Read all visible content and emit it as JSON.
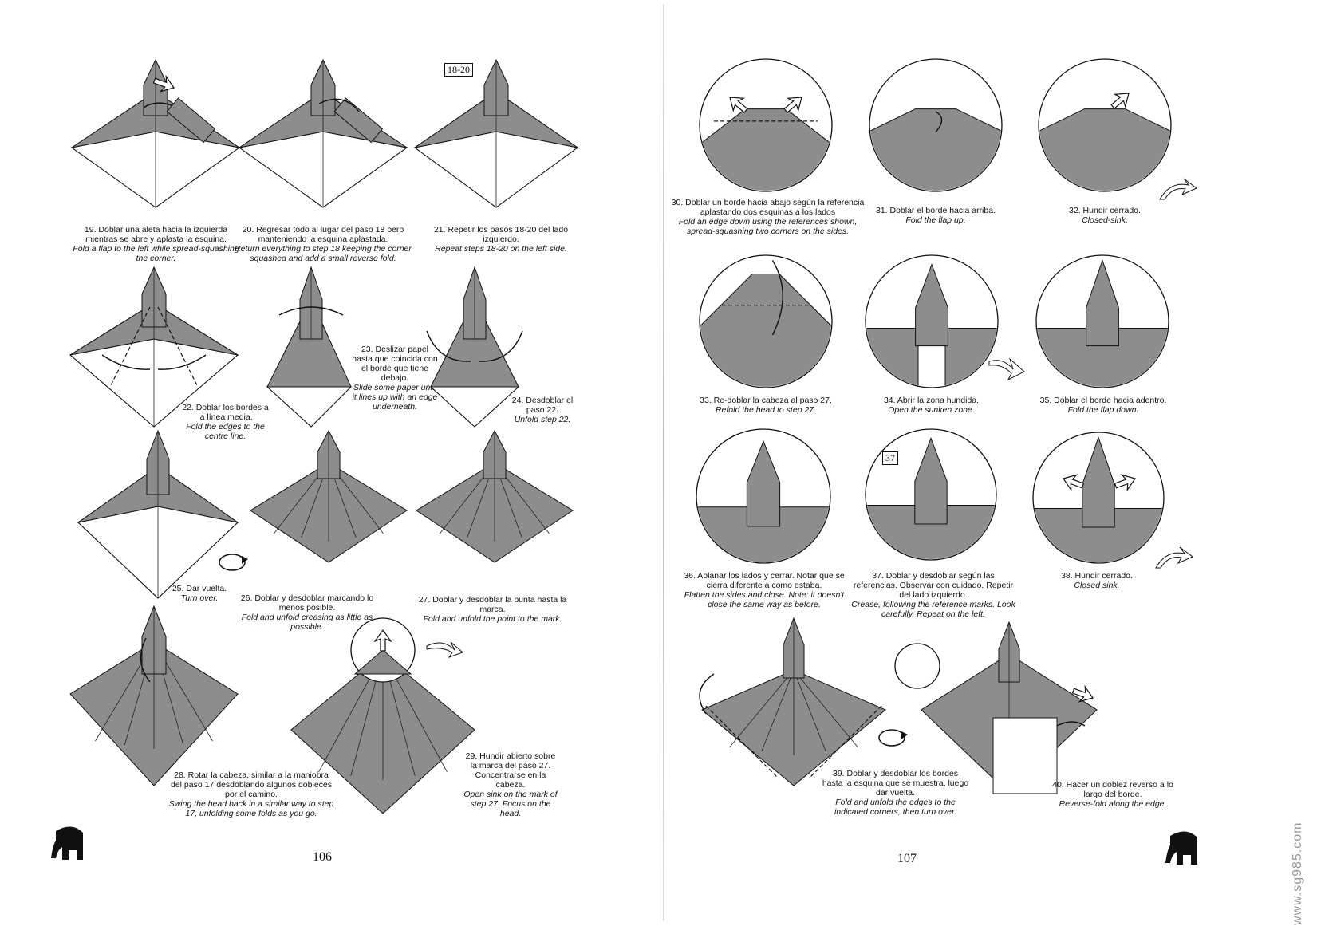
{
  "left_page": {
    "page_number": "106",
    "steps": [
      {
        "es": "19. Doblar una aleta hacia la izquierda mientras se abre y aplasta la esquina.",
        "en": "Fold a flap to the left while spread-squashing the corner."
      },
      {
        "es": "20. Regresar todo al lugar del paso 18 pero manteniendo la esquina aplastada.",
        "en": "Return everything to step 18 keeping the corner squashed and add a small reverse fold."
      },
      {
        "es": "21. Repetir los pasos 18-20 del lado izquierdo.",
        "en": "Repeat steps 18-20 on the left side.",
        "ref": "18-20"
      },
      {
        "es": "22. Doblar los bordes a la línea media.",
        "en": "Fold the edges to the centre line."
      },
      {
        "es": "23. Deslizar papel hasta que coincida con el borde que tiene debajo.",
        "en": "Slide some paper until it lines up with an edge underneath."
      },
      {
        "es": "24. Desdoblar el paso 22.",
        "en": "Unfold step 22."
      },
      {
        "es": "25. Dar vuelta.",
        "en": "Turn over."
      },
      {
        "es": "26. Doblar y desdoblar marcando lo menos posible.",
        "en": "Fold and unfold creasing as little as possible."
      },
      {
        "es": "27. Doblar y desdoblar la punta hasta la marca.",
        "en": "Fold and unfold the point to the mark."
      },
      {
        "es": "28. Rotar la cabeza, similar a la maniobra del paso 17 desdoblando algunos dobleces por el camino.",
        "en": "Swing the head back in a similar way to step 17, unfolding some folds as you go."
      },
      {
        "es": "29. Hundir abierto sobre la marca del paso 27. Concentrarse en la cabeza.",
        "en": "Open sink on the mark of step 27. Focus on the head."
      }
    ]
  },
  "right_page": {
    "page_number": "107",
    "steps": [
      {
        "es": "30. Doblar un borde hacia abajo según la referencia aplastando dos esquinas a los lados",
        "en": "Fold an edge down using the references shown, spread-squashing two corners on the sides."
      },
      {
        "es": "31. Doblar el borde hacia arriba.",
        "en": "Fold the flap up."
      },
      {
        "es": "32. Hundir cerrado.",
        "en": "Closed-sink."
      },
      {
        "es": "33. Re-doblar la cabeza al paso 27.",
        "en": "Refold the head to step 27."
      },
      {
        "es": "34. Abrir la zona hundida.",
        "en": "Open the sunken zone."
      },
      {
        "es": "35. Doblar el borde hacia adentro.",
        "en": "Fold the flap down."
      },
      {
        "es": "36. Aplanar los lados y cerrar. Notar que se cierra diferente a como estaba.",
        "en": "Flatten the sides and close. Note: it doesn't close the same way as before."
      },
      {
        "es": "37. Doblar y desdoblar según las referencias. Observar con cuidado. Repetir del lado izquierdo.",
        "en": "Crease, following the reference marks. Look carefully. Repeat on the left.",
        "ref": "37"
      },
      {
        "es": "38. Hundir cerrado.",
        "en": "Closed sink."
      },
      {
        "es": "39. Doblar y desdoblar los bordes hasta la esquina que se muestra, luego dar vuelta.",
        "en": "Fold and unfold the edges to the indicated corners, then turn over."
      },
      {
        "es": "40. Hacer un doblez reverso a lo largo del borde.",
        "en": "Reverse-fold along the edge."
      }
    ]
  },
  "watermark": "www.sg985.com",
  "icons": [
    "elephant-logo-icon",
    "turn-over-icon",
    "zoom-arrow-icon"
  ]
}
